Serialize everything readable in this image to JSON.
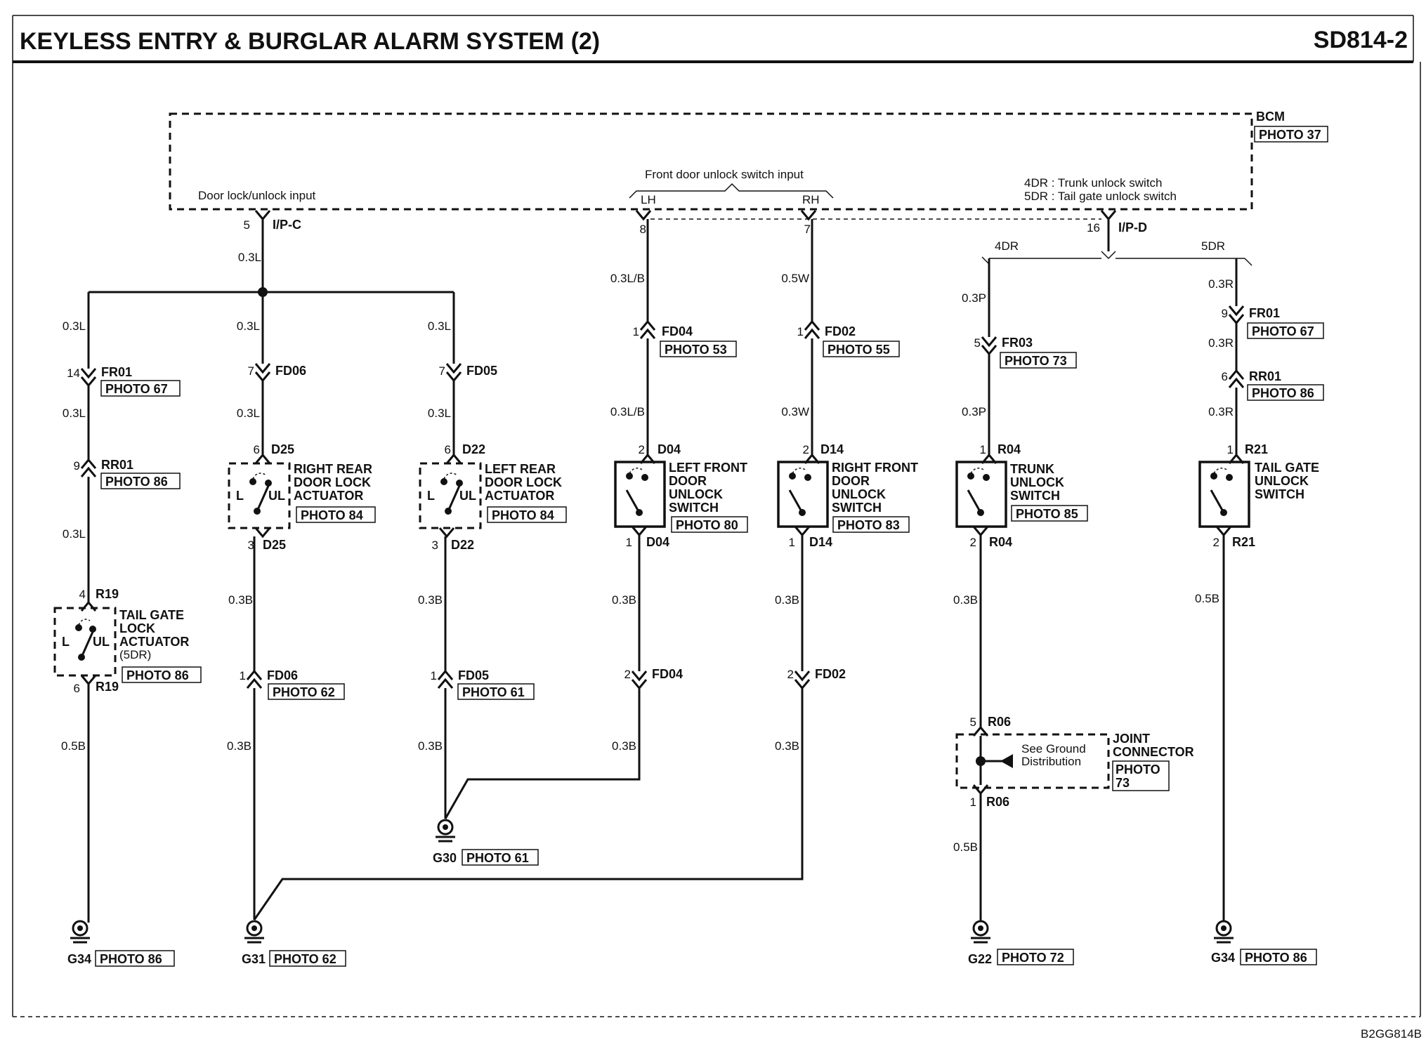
{
  "header": {
    "title": "KEYLESS ENTRY & BURGLAR ALARM SYSTEM (2)",
    "code": "SD814-2"
  },
  "footer": {
    "ref": "B2GG814B"
  },
  "bcm": {
    "name": "BCM",
    "photo": "PHOTO 37",
    "door_input": "Door lock/unlock input",
    "front_input": "Front door unlock switch input",
    "lh": "LH",
    "rh": "RH",
    "trunk_4dr": "4DR : Trunk unlock switch",
    "trunk_5dr": "5DR : Tail gate unlock switch"
  },
  "pins": {
    "ipc_pin": "5",
    "ipc": "I/P-C",
    "lh_pin": "8",
    "rh_pin": "7",
    "ipd_pin": "16",
    "ipd": "I/P-D",
    "dr4": "4DR",
    "dr5": "5DR"
  },
  "wires": {
    "w03L": "0.3L",
    "w03LB": "0.3L/B",
    "w05W": "0.5W",
    "w03W": "0.3W",
    "w03P": "0.3P",
    "w03R": "0.3R",
    "w03B": "0.3B",
    "w05B": "0.5B"
  },
  "connectors": {
    "fr01_pin_a": "14",
    "fr01": "FR01",
    "photo67": "PHOTO 67",
    "rr01_pin_a": "9",
    "rr01": "RR01",
    "photo86": "PHOTO 86",
    "r19_top_pin": "4",
    "r19": "R19",
    "r19_bot_pin": "6",
    "fd06_top_pin": "7",
    "fd06": "FD06",
    "d25_top_pin": "6",
    "d25": "D25",
    "d25_bot_pin": "3",
    "fd06_bot_pin": "1",
    "photo62": "PHOTO 62",
    "fd05_top_pin": "7",
    "fd05": "FD05",
    "d22_top_pin": "6",
    "d22": "D22",
    "d22_bot_pin": "3",
    "fd05_bot_pin": "1",
    "photo61": "PHOTO 61",
    "fd04_top_pin": "1",
    "fd04": "FD04",
    "photo53": "PHOTO 53",
    "d04_top_pin": "2",
    "d04": "D04",
    "d04_bot_pin": "1",
    "fd04_bot_pin": "2",
    "photo80": "PHOTO 80",
    "fd02_top_pin": "1",
    "fd02": "FD02",
    "photo55": "PHOTO 55",
    "d14_top_pin": "2",
    "d14": "D14",
    "d14_bot_pin": "1",
    "fd02_bot_pin": "2",
    "photo83": "PHOTO 83",
    "fr03_pin": "5",
    "fr03": "FR03",
    "photo73": "PHOTO 73",
    "r04_top_pin": "1",
    "r04": "R04",
    "r04_bot_pin": "2",
    "photo85": "PHOTO 85",
    "r06_top_pin": "5",
    "r06": "R06",
    "r06_bot_pin": "1",
    "fr01b_pin": "9",
    "rr01b_pin": "6",
    "r21_top_pin": "1",
    "r21": "R21",
    "r21_bot_pin": "2"
  },
  "components": {
    "tailgate_lock": [
      "TAIL GATE",
      "LOCK",
      "ACTUATOR"
    ],
    "tailgate_lock_note": "(5DR)",
    "rr_actuator": [
      "RIGHT REAR",
      "DOOR LOCK",
      "ACTUATOR"
    ],
    "lr_actuator": [
      "LEFT REAR",
      "DOOR LOCK",
      "ACTUATOR"
    ],
    "lf_switch": [
      "LEFT FRONT",
      "DOOR",
      "UNLOCK",
      "SWITCH"
    ],
    "rf_switch": [
      "RIGHT FRONT",
      "DOOR",
      "UNLOCK",
      "SWITCH"
    ],
    "trunk_switch": [
      "TRUNK",
      "UNLOCK",
      "SWITCH"
    ],
    "tailgate_switch": [
      "TAIL GATE",
      "UNLOCK",
      "SWITCH"
    ],
    "joint": [
      "JOINT",
      "CONNECTOR"
    ],
    "joint_photo": [
      "PHOTO",
      "73"
    ],
    "ground_note": [
      "See Ground",
      "Distribution"
    ],
    "L": "L",
    "UL": "UL"
  },
  "grounds": {
    "g34": "G34",
    "g31": "G31",
    "g30": "G30",
    "g22": "G22",
    "photo72": "PHOTO 72"
  }
}
